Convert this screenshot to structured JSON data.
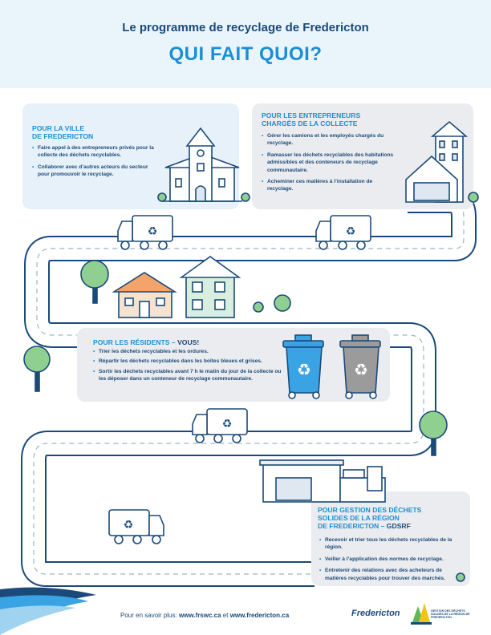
{
  "header": {
    "title": "Le programme de recyclage de Fredericton",
    "subtitle": "QUI FAIT QUOI?"
  },
  "city": {
    "title_line1": "POUR LA VILLE",
    "title_line2": "DE FREDERICTON",
    "items": [
      "Faire appel à des entrepreneurs privés pour la collecte des déchets recyclables.",
      "Collaborer avec d’autres acteurs du secteur pour promouvoir le recyclage."
    ]
  },
  "contractors": {
    "title_line1": "POUR LES ENTREPRENEURS",
    "title_line2": "CHARGÉS DE LA COLLECTE",
    "items": [
      "Gérer les camions et les employés chargés du recyclage.",
      "Ramasser les déchets recyclables des habitations admissibles et des conteneurs de recyclage communautaire.",
      "Acheminer ces matières à l’installation de recyclage."
    ]
  },
  "residents": {
    "title": "POUR LES RÉSIDENTS – ",
    "title_emph": "VOUS!",
    "items": [
      "Trier les déchets recyclables et les ordures.",
      "Répartir les déchets recyclables dans les boîtes bleues et grises.",
      "Sortir les déchets recyclables avant 7 h le matin du jour de la collecte ou les déposer dans un conteneur de recyclage communautaire."
    ]
  },
  "gdsrf": {
    "title_line1": "POUR GESTION DES DÉCHETS",
    "title_line2": "SOLIDES DE LA RÉGION",
    "title_line3": "DE FREDERICTON – ",
    "title_emph": "GDSRF",
    "items": [
      "Recevoir et trier tous les déchets recyclables de la région.",
      "Veiller à l’application des normes de recyclage.",
      "Entretenir des relations avec des acheteurs de matières recyclables pour trouver des marchés."
    ]
  },
  "footer": {
    "prefix": "Pour en savoir plus: ",
    "link1": "www.frswc.ca",
    "middle": " et ",
    "link2": "www.fredericton.ca",
    "logo_fredericton": "Fredericton",
    "logo_gdsrf": "GESTION DES DÉCHETS SOLIDES DE LA RÉGION DE FREDERICTON"
  },
  "colors": {
    "navy": "#1b4a7a",
    "accent_blue": "#1a8fd6",
    "blue_bin": "#3aa3e3",
    "gray_bin": "#9b9b9b",
    "tree_green": "#8fcf8f"
  }
}
